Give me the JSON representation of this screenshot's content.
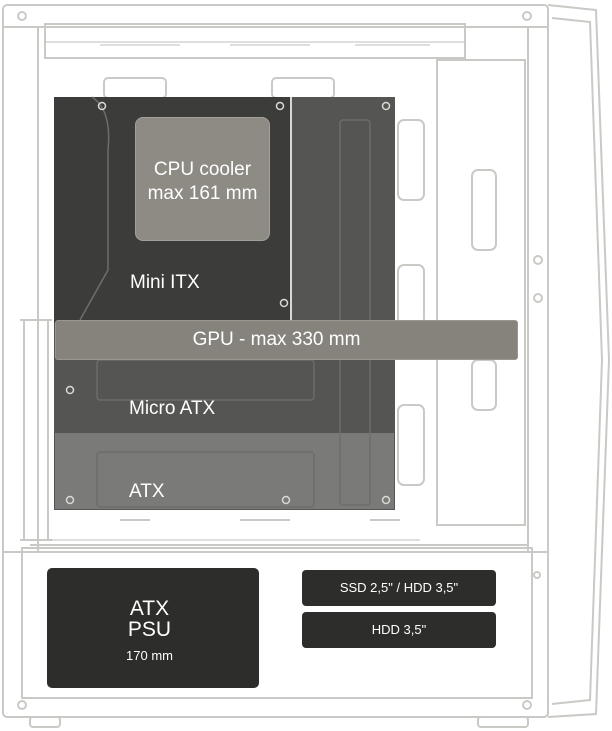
{
  "diagram": {
    "cpu_cooler": {
      "line1": "CPU cooler",
      "line2": "max 161 mm"
    },
    "mini_itx": "Mini ITX",
    "gpu": "GPU - max 330 mm",
    "micro_atx": "Micro ATX",
    "atx": "ATX",
    "psu": {
      "line1": "ATX",
      "line2": "PSU",
      "line3": "170 mm"
    },
    "drive_slot_1": "SSD 2,5\"  /   HDD 3,5\"",
    "drive_slot_2": "HDD 3,5\""
  },
  "colors": {
    "outline": "#c9c9c5",
    "itx_zone": "#3c3c3a",
    "matx_zone": "#555553",
    "atx_zone": "#7a7a78",
    "cooler_box": "#8e8a84",
    "gpu_bar": "#86837d",
    "psu_box": "#2d2d2b",
    "drive_box": "#2d2d2b"
  }
}
